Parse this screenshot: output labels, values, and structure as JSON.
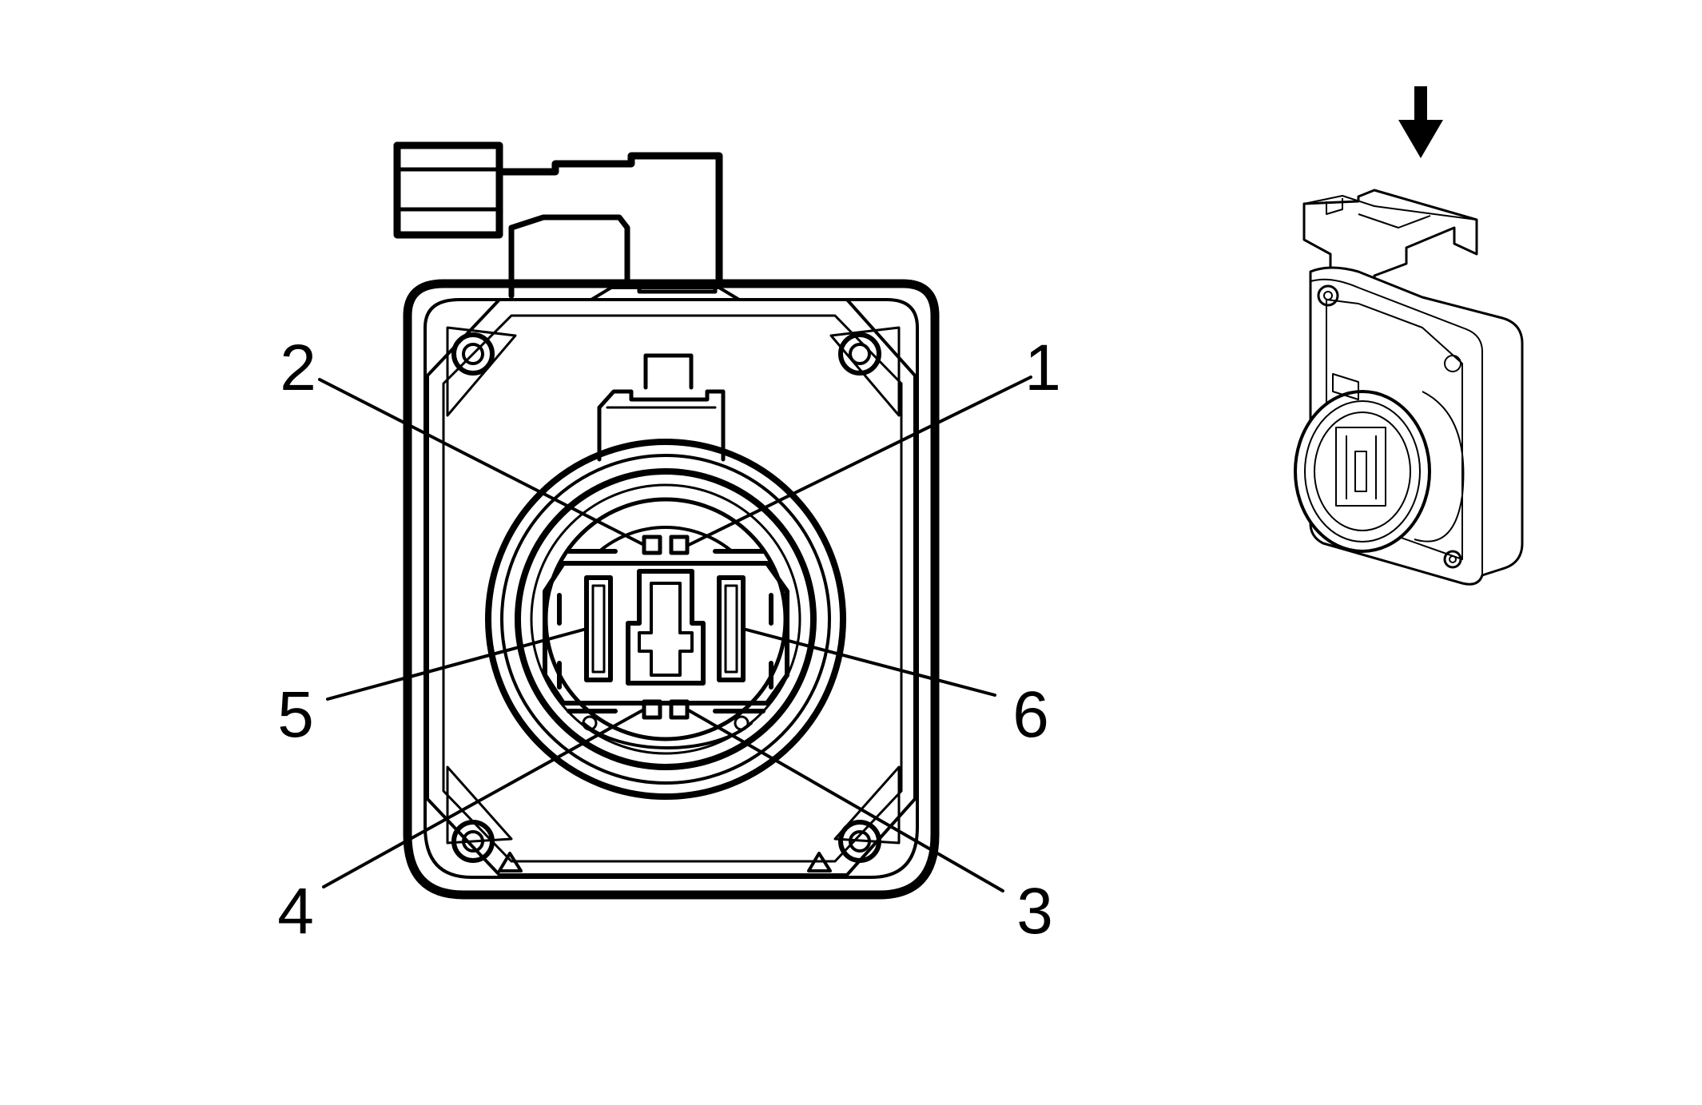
{
  "diagram": {
    "pin_labels": [
      "1",
      "2",
      "3",
      "4",
      "5",
      "6"
    ],
    "line_color": "#000000",
    "background": "#ffffff",
    "locator_arrow_icon": "down-arrow-icon"
  }
}
